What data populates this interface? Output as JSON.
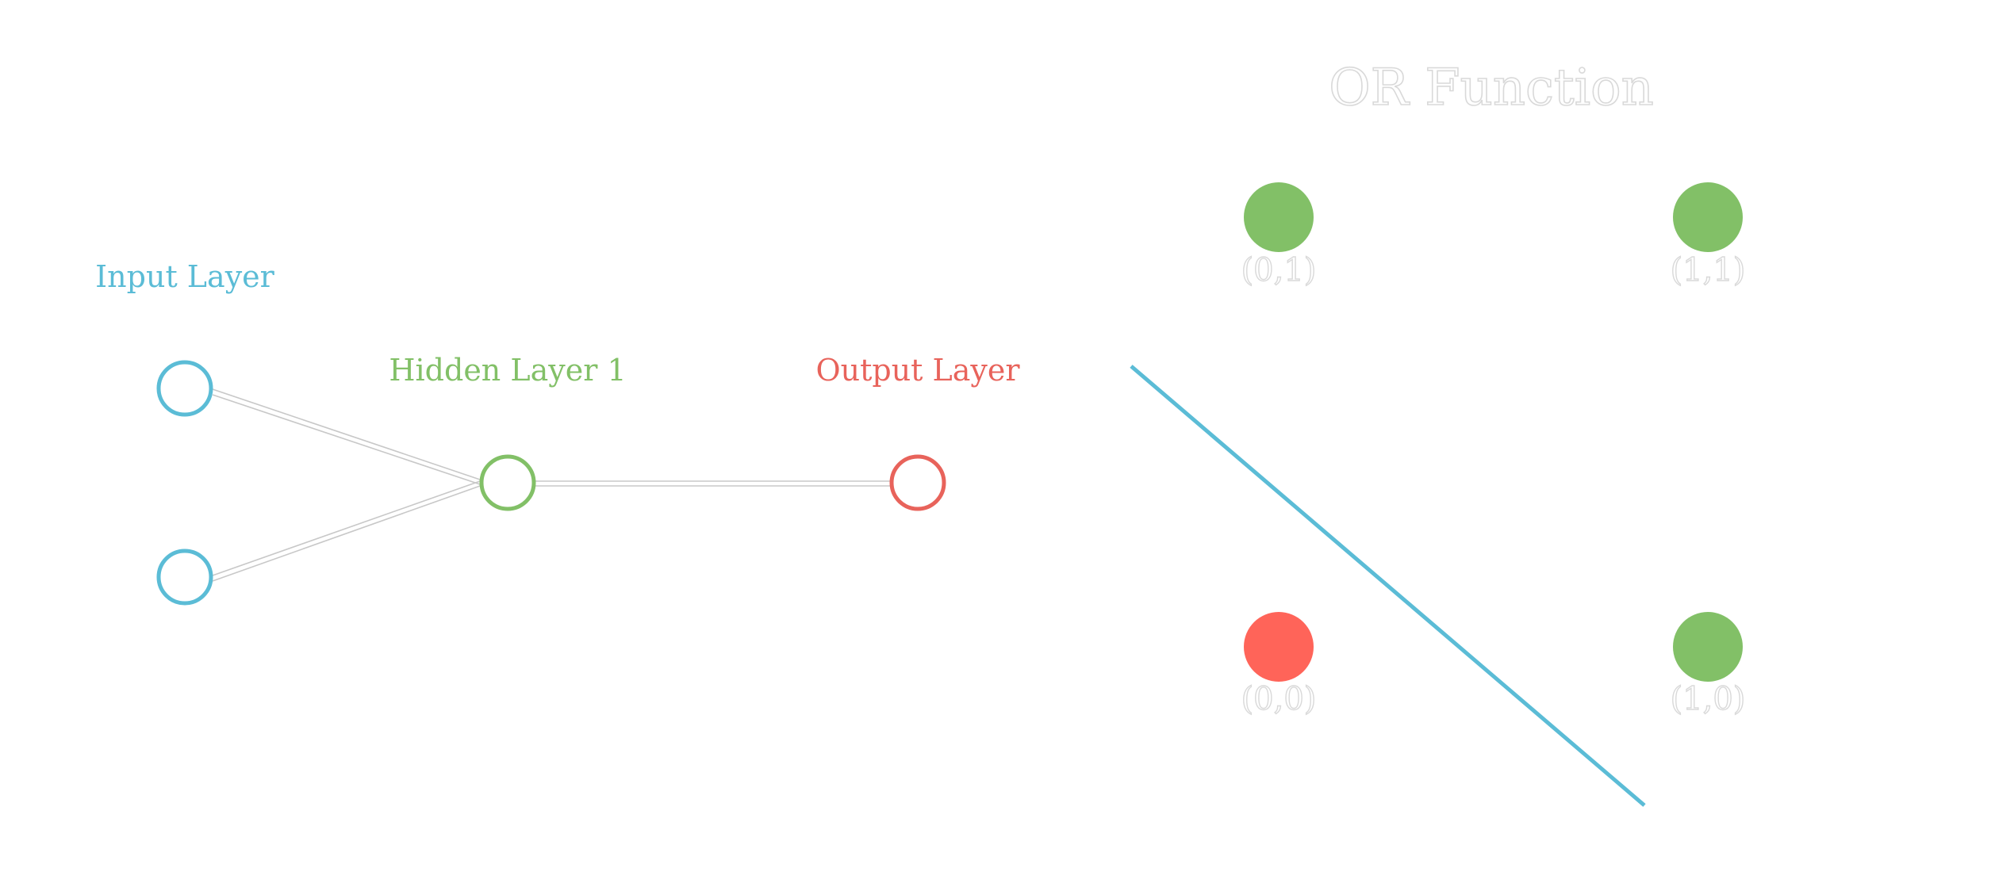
{
  "colors": {
    "input": "#5bbcd6",
    "hidden": "#82c067",
    "output": "#e8635b",
    "edge": "#c8c8c8",
    "point_true": "#82c067",
    "point_false": "#ff6459",
    "decision_line": "#5bbcd6",
    "outline_text": "#d9d9d9"
  },
  "network": {
    "layers": [
      {
        "id": "input",
        "label": "Input Layer",
        "neurons": 2
      },
      {
        "id": "hidden",
        "label": "Hidden Layer 1",
        "neurons": 1
      },
      {
        "id": "output",
        "label": "Output Layer",
        "neurons": 1
      }
    ]
  },
  "plot": {
    "title": "OR Function",
    "points": [
      {
        "label": "(0,1)",
        "x": 0,
        "y": 1,
        "output": 1
      },
      {
        "label": "(1,1)",
        "x": 1,
        "y": 1,
        "output": 1
      },
      {
        "label": "(0,0)",
        "x": 0,
        "y": 0,
        "output": 0
      },
      {
        "label": "(1,0)",
        "x": 1,
        "y": 0,
        "output": 1
      }
    ]
  }
}
